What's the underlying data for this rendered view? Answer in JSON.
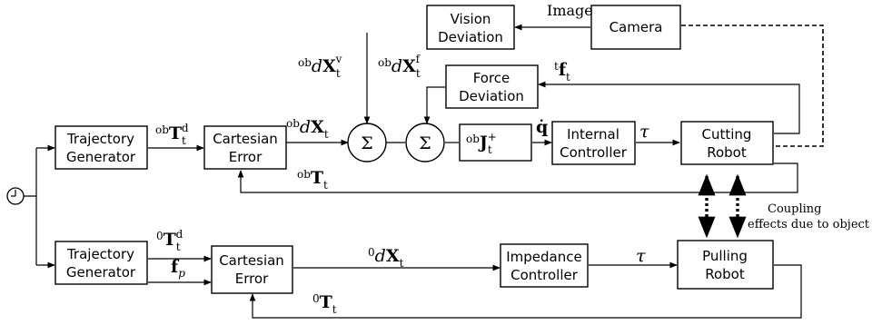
{
  "blocks": {
    "traj_gen_top": [
      "Trajectory",
      "Generator"
    ],
    "cart_err_top": [
      "Cartesian",
      "Error"
    ],
    "vision_dev": [
      "Vision",
      "Deviation"
    ],
    "camera": [
      "Camera"
    ],
    "force_dev": [
      "Force",
      "Deviation"
    ],
    "jacobian": {
      "pre": "ob",
      "main": "J",
      "sub": "t",
      "sup": "+"
    },
    "internal_ctrl": [
      "Internal",
      "Controller"
    ],
    "cutting_robot": [
      "Cutting",
      "Robot"
    ],
    "traj_gen_bot": [
      "Trajectory",
      "Generator"
    ],
    "cart_err_bot": [
      "Cartesian",
      "Error"
    ],
    "impedance_ctrl": [
      "Impedance",
      "Controller"
    ],
    "pulling_robot": [
      "Pulling",
      "Robot"
    ]
  },
  "sum_symbol": "Σ",
  "signals": {
    "image": "Image",
    "obTd": {
      "pre": "ob",
      "main": "T",
      "sub": "t",
      "sup": "d"
    },
    "obdX": {
      "pre": "ob",
      "d": "d",
      "main": "X",
      "sub": "t"
    },
    "obdXv": {
      "pre": "ob",
      "d": "d",
      "main": "X",
      "sub": "t",
      "sup": "v"
    },
    "obdXf": {
      "pre": "ob",
      "d": "d",
      "main": "X",
      "sub": "t",
      "sup": "f"
    },
    "tf": {
      "pre": "t",
      "main": "f",
      "sub": "t"
    },
    "qdot": {
      "main": "q̇"
    },
    "tau_top": "τ",
    "obT": {
      "pre": "ob",
      "main": "T",
      "sub": "t"
    },
    "zeroTd": {
      "pre": "0",
      "main": "T",
      "sub": "t",
      "sup": "d"
    },
    "fp": {
      "main": "f",
      "sub": "p"
    },
    "zerodX": {
      "pre": "0",
      "d": "d",
      "main": "X",
      "sub": "t"
    },
    "tau_bot": "τ",
    "zeroT": {
      "pre": "0",
      "main": "T",
      "sub": "t"
    }
  },
  "coupling_note": [
    "Coupling",
    "effects due to object"
  ]
}
